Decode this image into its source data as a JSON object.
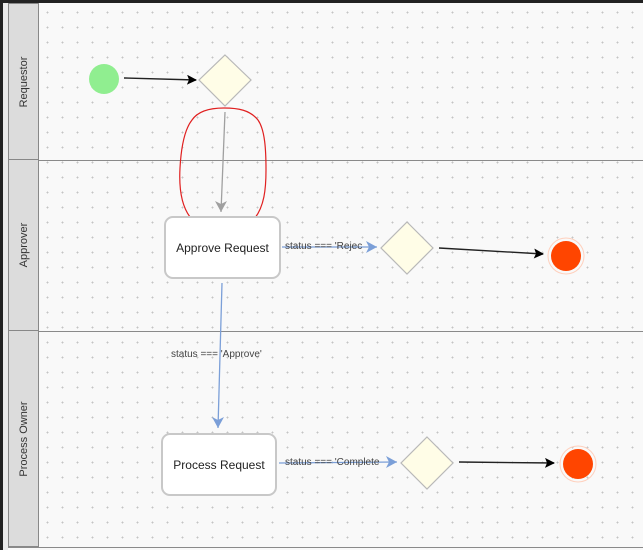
{
  "diagram": {
    "type": "bpmn-swimlane",
    "lanes": [
      {
        "id": "requestor",
        "label": "Requestor"
      },
      {
        "id": "approver",
        "label": "Approver"
      },
      {
        "id": "process_owner",
        "label": "Process Owner"
      }
    ],
    "nodes": [
      {
        "id": "start",
        "kind": "start-event",
        "lane": "requestor",
        "color": "#90ee90"
      },
      {
        "id": "gw1",
        "kind": "gateway",
        "lane": "requestor",
        "color": "#fffde7"
      },
      {
        "id": "approve_request",
        "kind": "task",
        "lane": "approver",
        "label": "Approve Request"
      },
      {
        "id": "gw2",
        "kind": "gateway",
        "lane": "approver",
        "color": "#fffde7"
      },
      {
        "id": "end1",
        "kind": "end-event",
        "lane": "approver",
        "color": "#ff4500"
      },
      {
        "id": "process_request",
        "kind": "task",
        "lane": "process_owner",
        "label": "Process Request"
      },
      {
        "id": "gw3",
        "kind": "gateway",
        "lane": "process_owner",
        "color": "#fffde7"
      },
      {
        "id": "end2",
        "kind": "end-event",
        "lane": "process_owner",
        "color": "#ff4500"
      }
    ],
    "edges": [
      {
        "from": "start",
        "to": "gw1",
        "label": "",
        "color": "#000000"
      },
      {
        "from": "gw1",
        "to": "approve_request",
        "label": "",
        "color": "#a0a0a0"
      },
      {
        "from": "approve_request",
        "to": "gw2",
        "label": "status === 'Rejec",
        "color": "#7b9fd8"
      },
      {
        "from": "gw2",
        "to": "end1",
        "label": "",
        "color": "#000000"
      },
      {
        "from": "approve_request",
        "to": "process_request",
        "label": "status === 'Approve'",
        "color": "#7b9fd8"
      },
      {
        "from": "process_request",
        "to": "gw3",
        "label": "status === 'Complete",
        "color": "#7b9fd8"
      },
      {
        "from": "gw3",
        "to": "end2",
        "label": "",
        "color": "#000000"
      }
    ],
    "annotation": {
      "kind": "freehand-circle",
      "color": "#e02020",
      "encloses": "gw1 -> approve_request edge"
    }
  }
}
